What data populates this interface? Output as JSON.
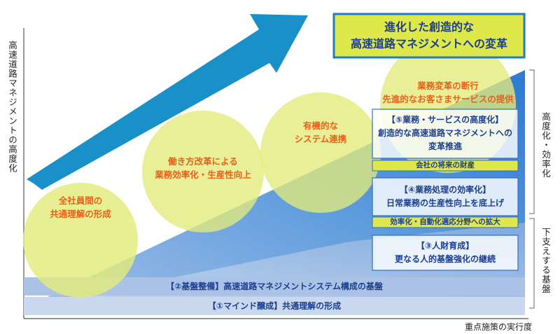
{
  "y_axis_label": "高速道路マネジメントの高度化",
  "x_axis_label": "重点施策の実行度",
  "goal": {
    "line1": "進化した創造的な",
    "line2": "高速道路マネジメントへの変革"
  },
  "circles": [
    {
      "line1": "全社員間の",
      "line2": "共通理解の形成"
    },
    {
      "line1": "働き方改革による",
      "line2": "業務効率化・生産性向上"
    },
    {
      "line1": "有機的な",
      "line2": "システム連携"
    },
    {
      "line1": "業務変革の断行",
      "line2": "先進的なお客さまサービスの提供"
    }
  ],
  "layers": {
    "mind": "【①マインド醸成】共通理解の形成",
    "infra": "【②基盤整備】高速道路マネジメントシステム構成の基盤"
  },
  "boxes": {
    "hr": {
      "title": "【③人財育成】",
      "body": "更なる人的基盤強化の継続"
    },
    "eff": {
      "title": "【④業務処理の効率化】",
      "body": "日常業務の生産性向上を底上げ",
      "caption": "効率化・自動化適応分野への拡大"
    },
    "adv": {
      "title": "【⑤業務・サービスの高度化】",
      "body1": "創造的な高速道路マネジメントへの",
      "body2": "変革推進",
      "caption": "会社の将来の財産"
    }
  },
  "brackets": {
    "upper": "高度化・効率化",
    "lower": "下支えする基盤"
  },
  "colors": {
    "lime": "#dfe84a",
    "limeCircle": "#e3eb7a",
    "arrow": "#1a90c9",
    "blueDark": "#2f7fd6",
    "blueLight": "#b9cdea",
    "text_orange": "#e8611a",
    "text_navy": "#1b3e8f"
  }
}
